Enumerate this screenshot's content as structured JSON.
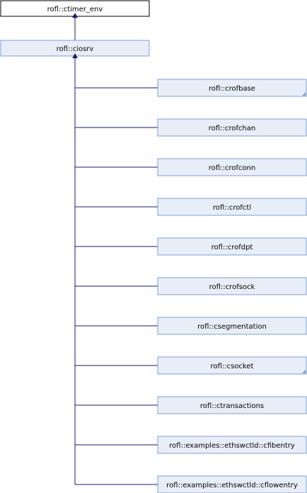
{
  "diagram": {
    "root": {
      "label": "rofl::ctimer_env"
    },
    "parent": {
      "label": "rofl::ciosrv"
    },
    "children": [
      {
        "label": "rofl::crofbase",
        "has_more": true
      },
      {
        "label": "rofl::crofchan",
        "has_more": false
      },
      {
        "label": "rofl::crofconn",
        "has_more": false
      },
      {
        "label": "rofl::crofctl",
        "has_more": false
      },
      {
        "label": "rofl::crofdpt",
        "has_more": false
      },
      {
        "label": "rofl::crofsock",
        "has_more": false
      },
      {
        "label": "rofl::csegmentation",
        "has_more": false
      },
      {
        "label": "rofl::csocket",
        "has_more": true
      },
      {
        "label": "rofl::ctransactions",
        "has_more": false
      },
      {
        "label": "rofl::examples::ethswctld::cfibentry",
        "has_more": false
      },
      {
        "label": "rofl::examples::ethswctld::cflowentry",
        "has_more": false
      }
    ],
    "colors": {
      "edge": "#191970",
      "root_fill": "#ffffff",
      "root_border": "#000000",
      "node_fill": "#e8eef7",
      "node_border": "#7f9fce"
    }
  }
}
